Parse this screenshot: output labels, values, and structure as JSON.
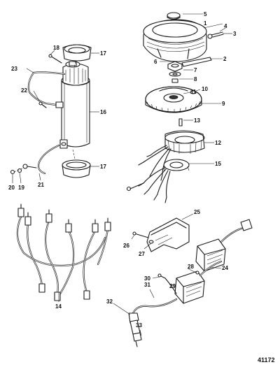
{
  "figure_id": "41172",
  "callouts": [
    "1",
    "2",
    "3",
    "4",
    "5",
    "6",
    "7",
    "8",
    "9",
    "10",
    "11",
    "12",
    "13",
    "14",
    "15",
    "16",
    "17",
    "17",
    "18",
    "19",
    "20",
    "21",
    "22",
    "23",
    "24",
    "25",
    "26",
    "27",
    "28",
    "29",
    "30",
    "31",
    "32",
    "33"
  ]
}
